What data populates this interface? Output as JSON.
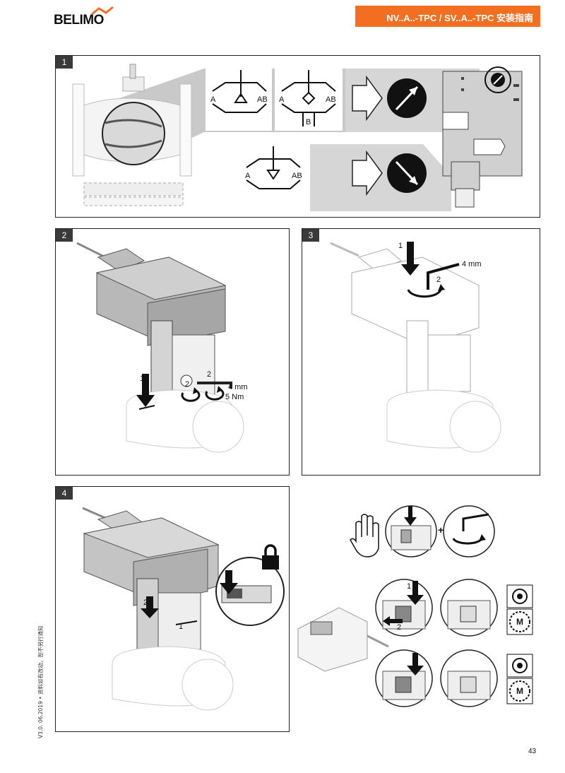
{
  "header": {
    "brand": "BELIMO",
    "title": "NV..A..-TPC / SV..A..-TPC 安装指南",
    "accent_color": "#f26f21"
  },
  "steps": [
    {
      "number": "1"
    },
    {
      "number": "2",
      "labels": {
        "step1": "1",
        "step2a": "2",
        "step2b": "2",
        "wrench": "4 mm",
        "torque": "5 Nm"
      }
    },
    {
      "number": "3",
      "labels": {
        "step1": "1",
        "step2": "2",
        "wrench": "4 mm"
      }
    },
    {
      "number": "4",
      "labels": {
        "step1": "1",
        "step2": "2"
      }
    }
  ],
  "symbols": {
    "valve1": {
      "port_a": "A",
      "port_ab": "AB"
    },
    "valve2": {
      "port_a": "A",
      "port_ab": "AB",
      "port_b": "B"
    },
    "valve3": {
      "port_a": "A",
      "port_ab": "AB"
    }
  },
  "manual": {
    "plus": "+",
    "label_1": "1",
    "label_2": "2",
    "motor_label_top": "M",
    "motor_label_bottom": "M"
  },
  "footer": {
    "side_note": "V3.0. 06.2019 • 资料如有改动，恕不另行通知",
    "page_number": "43"
  },
  "icons": [
    "hand-icon",
    "lock-icon",
    "wrench-icon",
    "arrow-down-icon",
    "motor-gear-icon",
    "manual-knob-icon"
  ]
}
